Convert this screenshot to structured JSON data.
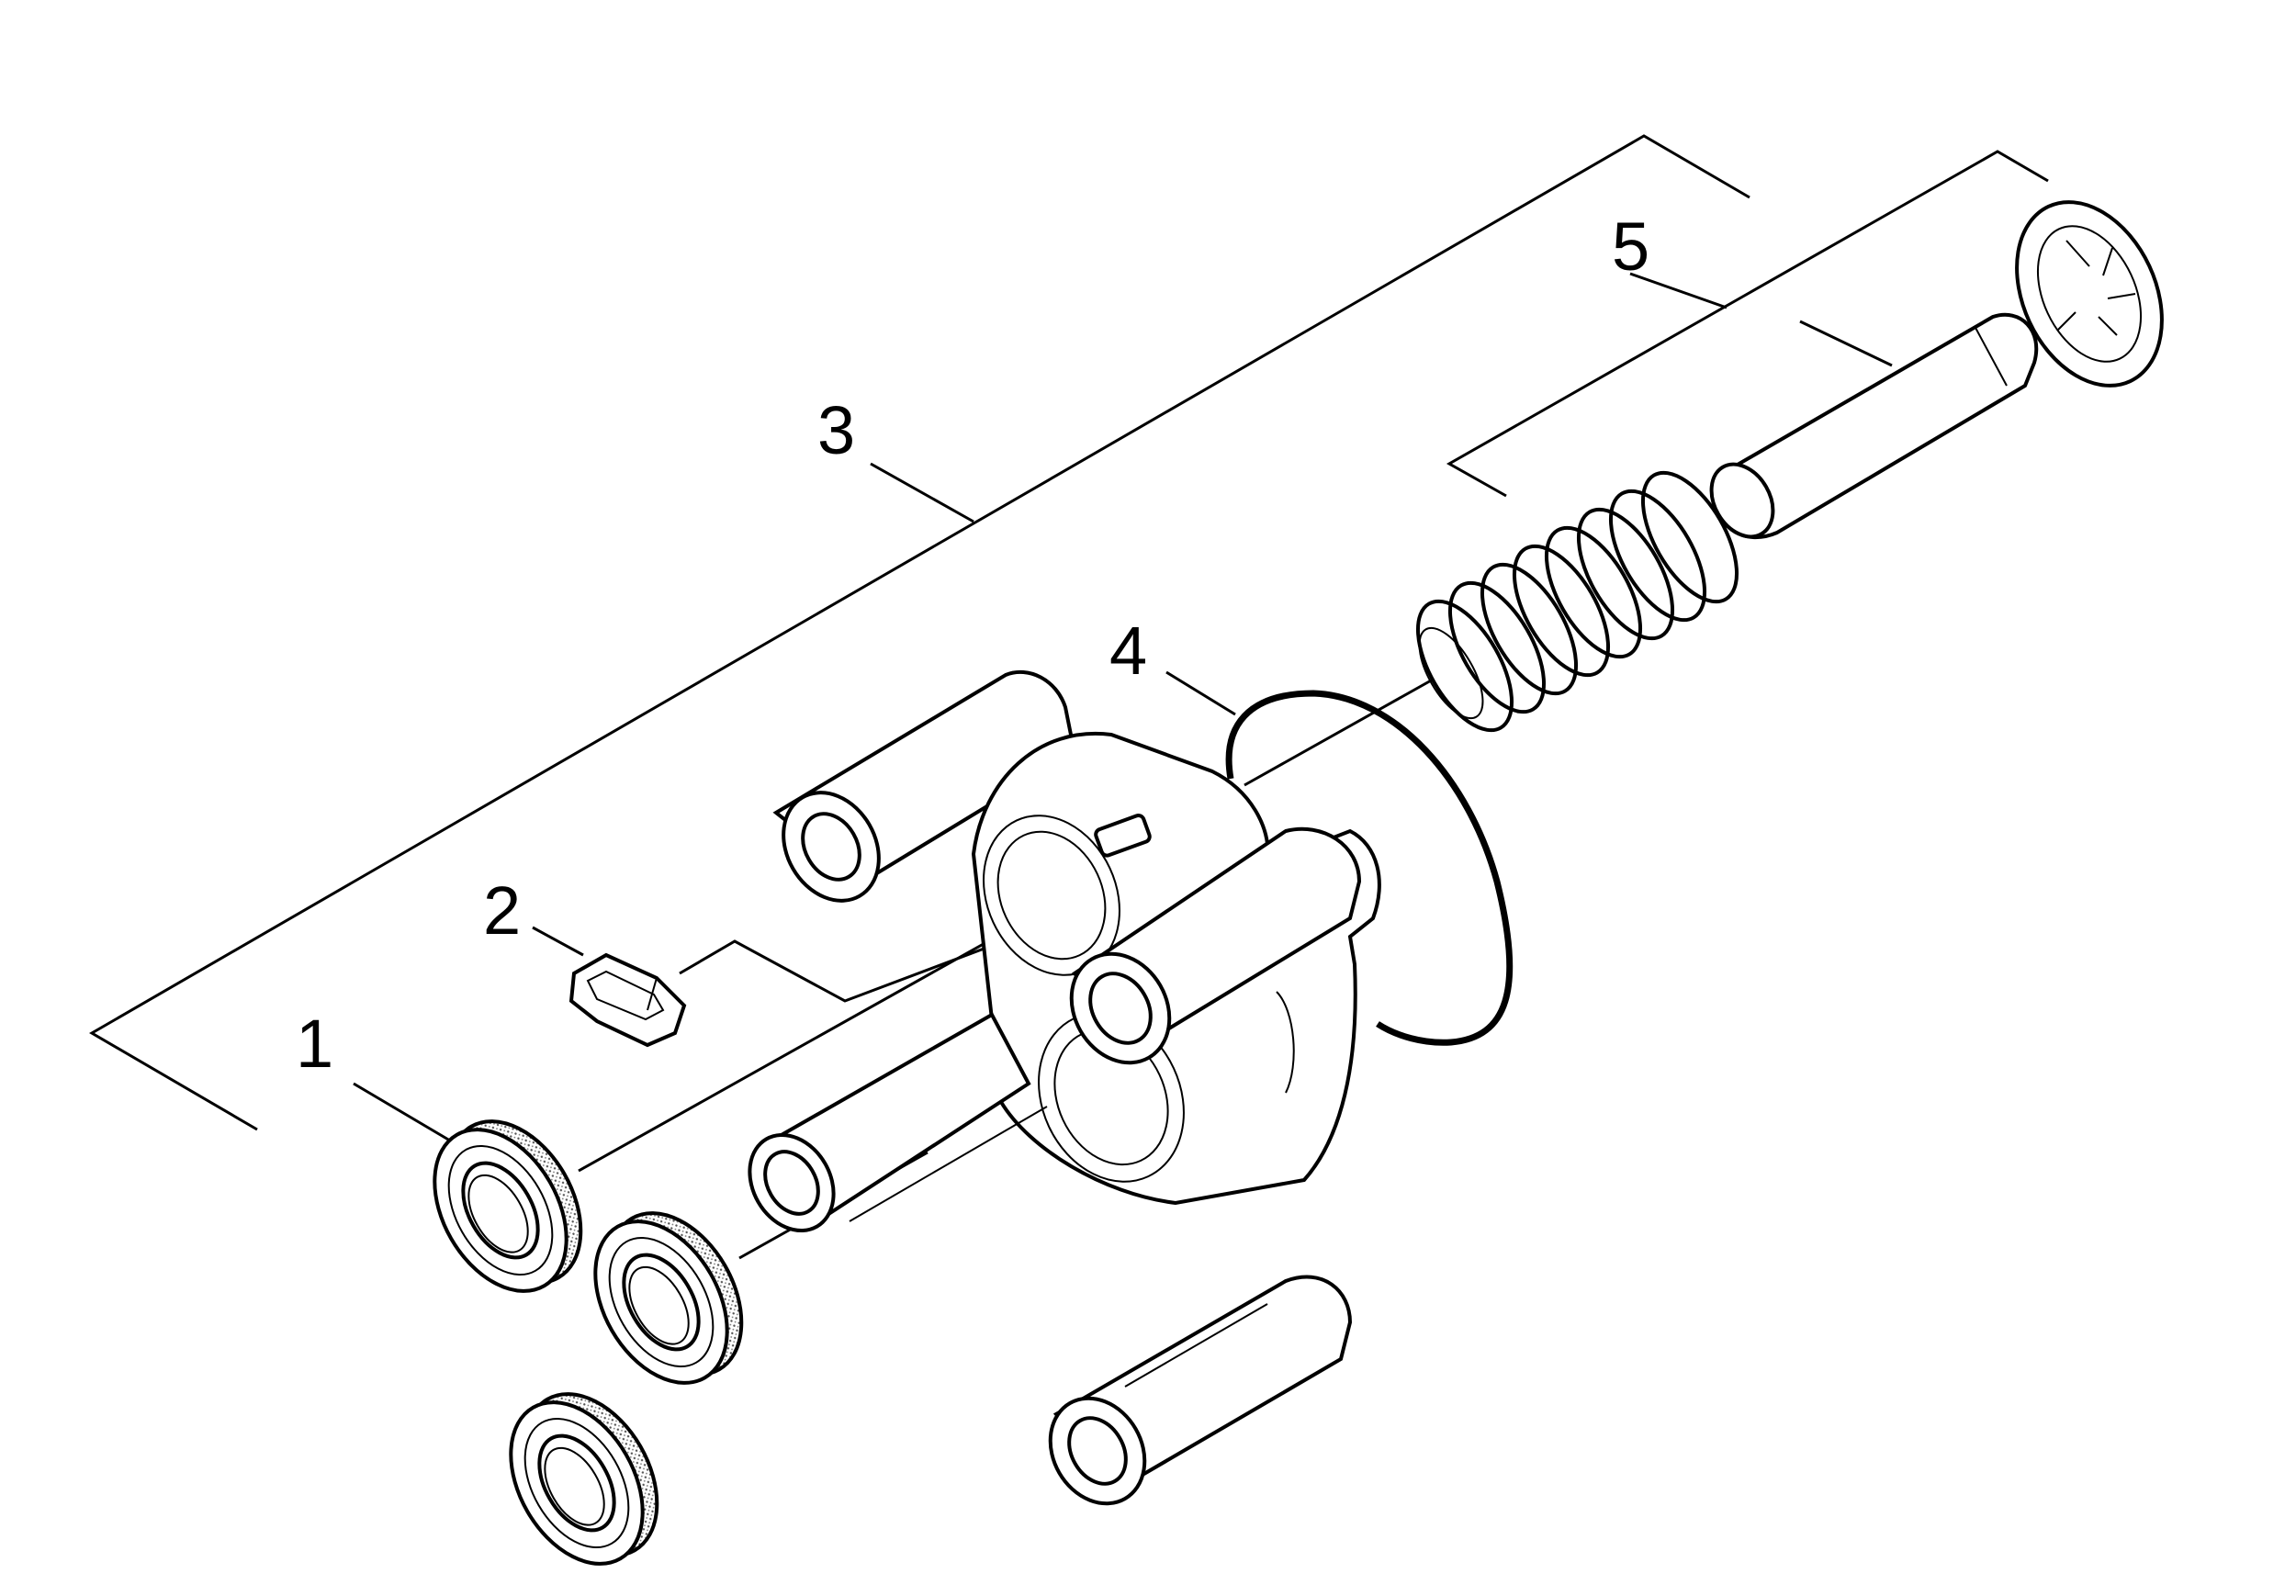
{
  "callouts": {
    "c1": "1",
    "c2": "2",
    "c3": "3",
    "c4": "4",
    "c5": "5"
  },
  "colors": {
    "line": "#000000",
    "background": "#ffffff",
    "texture": "#e8e8e8"
  }
}
